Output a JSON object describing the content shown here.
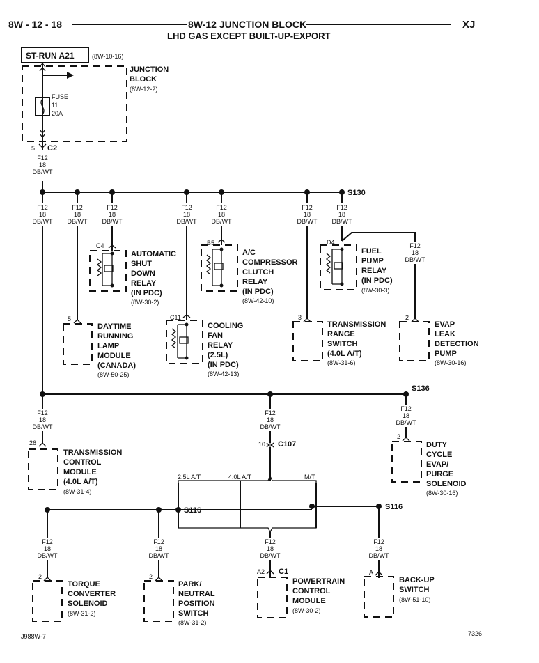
{
  "header": {
    "page_number": "8W - 12 - 18",
    "title": "8W-12 JUNCTION BLOCK",
    "subtitle": "LHD GAS EXCEPT BUILT-UP-EXPORT",
    "model": "XJ"
  },
  "source": {
    "label": "ST-RUN A21",
    "ref": "(8W-10-16)"
  },
  "junction_block": {
    "name_line1": "JUNCTION",
    "name_line2": "BLOCK",
    "ref": "(8W-12-2)",
    "fuse_label": "FUSE",
    "fuse_number": "11",
    "fuse_rating": "20A"
  },
  "connector_c2": {
    "pin": "5",
    "name": "C2"
  },
  "wire": {
    "circuit": "F12",
    "gauge": "18",
    "color": "DB/WT"
  },
  "splices": {
    "s130": "S130",
    "s136": "S136",
    "s116_left": "S116",
    "s116_right": "S116"
  },
  "connector_c107": {
    "pin": "10",
    "name": "C107"
  },
  "branch_labels": {
    "a": "2.5L A/T",
    "b": "4.0L A/T",
    "c": "M/T"
  },
  "relays": [
    {
      "conn": "C4",
      "lines": [
        "AUTOMATIC",
        "SHUT",
        "DOWN",
        "RELAY",
        "(IN PDC)"
      ],
      "ref": "(8W-30-2)"
    },
    {
      "conn": "B5",
      "lines": [
        "A/C",
        "COMPRESSOR",
        "CLUTCH",
        "RELAY",
        "(IN PDC)"
      ],
      "ref": "(8W-42-10)"
    },
    {
      "conn": "C11",
      "lines": [
        "COOLING",
        "FAN",
        "RELAY",
        "(2.5L)",
        "(IN PDC)"
      ],
      "ref": "(8W-42-13)"
    },
    {
      "conn": "D4",
      "lines": [
        "FUEL",
        "PUMP",
        "RELAY",
        "(IN PDC)"
      ],
      "ref": "(8W-30-3)"
    }
  ],
  "components": [
    {
      "pin": "5",
      "lines": [
        "DAYTIME",
        "RUNNING",
        "LAMP",
        "MODULE",
        "(CANADA)"
      ],
      "ref": "(8W-50-25)"
    },
    {
      "pin": "3",
      "lines": [
        "TRANSMISSION",
        "RANGE",
        "SWITCH",
        "(4.0L A/T)"
      ],
      "ref": "(8W-31-6)"
    },
    {
      "pin": "2",
      "lines": [
        "EVAP",
        "LEAK",
        "DETECTION",
        "PUMP"
      ],
      "ref": "(8W-30-16)"
    },
    {
      "pin": "26",
      "lines": [
        "TRANSMISSION",
        "CONTROL",
        "MODULE",
        "(4.0L A/T)"
      ],
      "ref": "(8W-31-4)"
    },
    {
      "pin": "2",
      "lines": [
        "DUTY",
        "CYCLE",
        "EVAP/",
        "PURGE",
        "SOLENOID"
      ],
      "ref": "(8W-30-16)"
    },
    {
      "pin": "2",
      "lines": [
        "TORQUE",
        "CONVERTER",
        "SOLENOID"
      ],
      "ref": "(8W-31-2)"
    },
    {
      "pin": "2",
      "lines": [
        "PARK/",
        "NEUTRAL",
        "POSITION",
        "SWITCH"
      ],
      "ref": "(8W-31-2)"
    },
    {
      "pin": "A2",
      "conn": "C1",
      "lines": [
        "POWERTRAIN",
        "CONTROL",
        "MODULE"
      ],
      "ref": "(8W-30-2)"
    },
    {
      "pin": "A",
      "lines": [
        "BACK-UP",
        "SWITCH"
      ],
      "ref": "(8W-51-10)"
    }
  ],
  "footer": {
    "left_code": "J988W-7",
    "right_code": "7326"
  }
}
